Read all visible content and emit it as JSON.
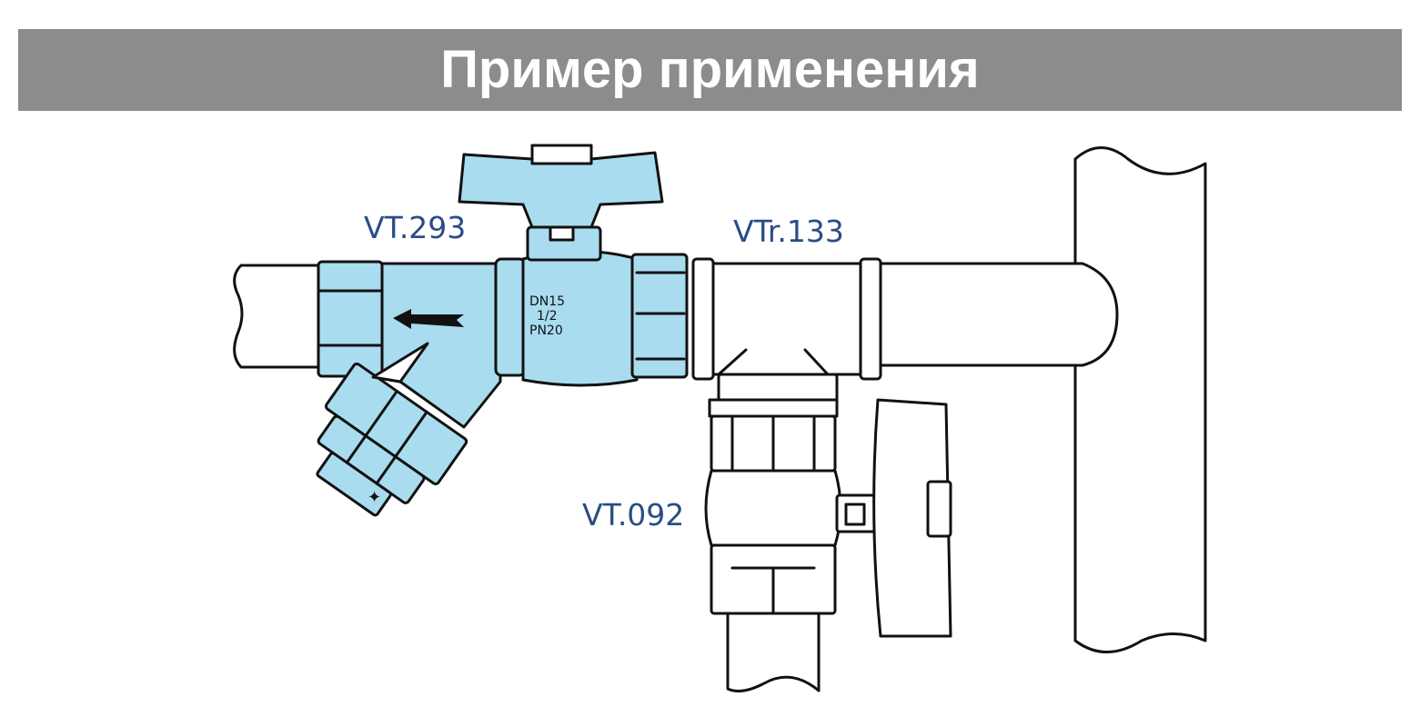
{
  "header": {
    "title": "Пример применения"
  },
  "labels": {
    "strainer": "VT.293",
    "ball_valve": "VT.092",
    "tee": "VTr.133"
  },
  "valve_marking": {
    "line1": "DN15",
    "line2": "1/2",
    "line3": "PN20"
  },
  "colors": {
    "banner": "#8c8c8e",
    "fitting_fill": "#a9dcef",
    "pipe_fill": "#ffffff",
    "outline": "#111111",
    "label_text": "#2a4c86"
  },
  "icons": {
    "flow_arrow": "flow-direction-arrow-icon",
    "plug": "drain-plug-icon"
  }
}
